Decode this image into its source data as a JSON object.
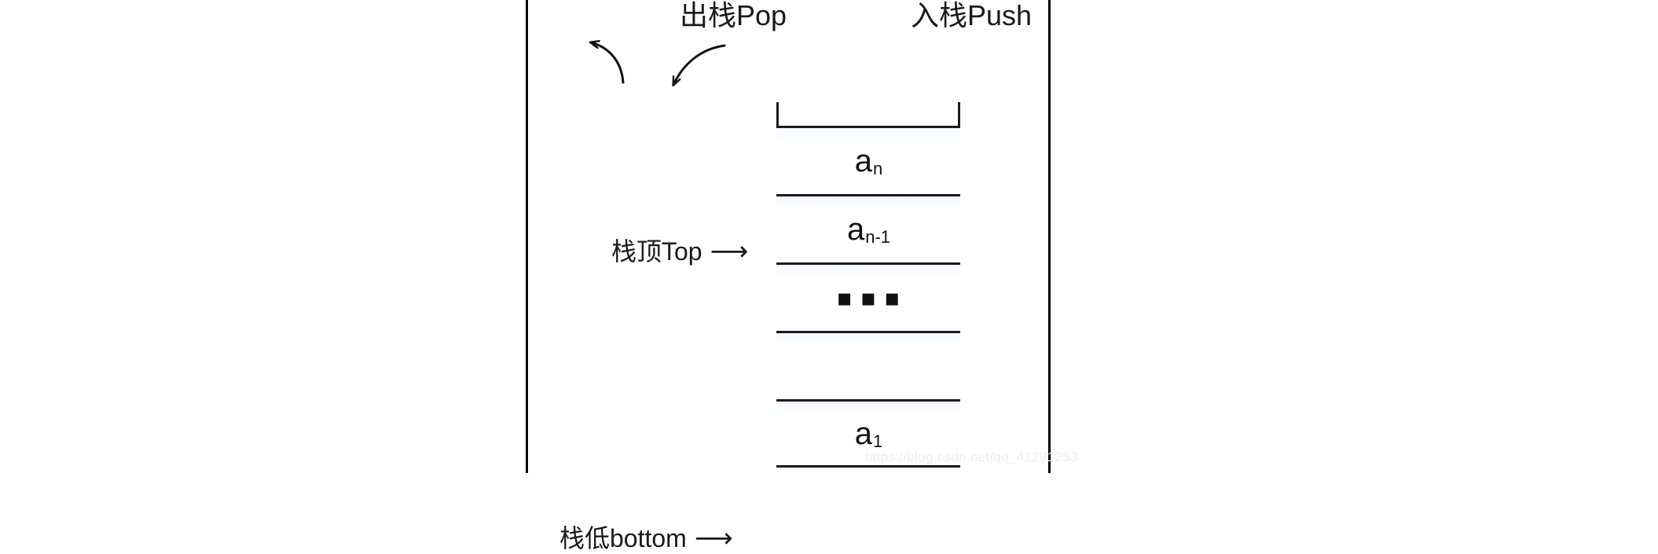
{
  "diagram": {
    "title_pop": "出栈Pop",
    "title_push": "入栈Push",
    "pointer_top": {
      "label": "栈顶Top",
      "arrow": "⟶"
    },
    "pointer_bottom": {
      "label": "栈低bottom",
      "arrow": "⟶"
    },
    "stack_cells": [
      {
        "name": "cell-an",
        "base": "a",
        "sub": "n",
        "ellipsis": ""
      },
      {
        "name": "cell-an1",
        "base": "a",
        "sub": "n-1",
        "ellipsis": ""
      },
      {
        "name": "cell-dots",
        "base": "",
        "sub": "",
        "ellipsis": "▪▪▪"
      },
      {
        "name": "cell-empty",
        "base": "",
        "sub": "",
        "ellipsis": ""
      },
      {
        "name": "cell-a1",
        "base": "a",
        "sub": "1",
        "ellipsis": ""
      }
    ],
    "watermark": "https://blog.csdn.net/qq_41291253",
    "colors": {
      "line": "#1b1b1b",
      "text": "#111111",
      "frame": "#000000",
      "cell_tint": "#f4f7fd",
      "watermark": "#efeff2",
      "background": "#ffffff"
    }
  }
}
